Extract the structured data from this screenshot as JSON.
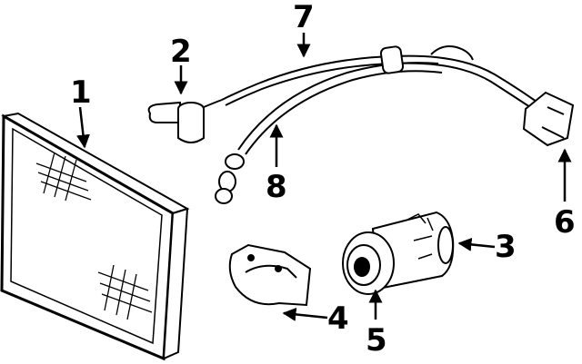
{
  "diagram": {
    "callouts": [
      "1",
      "2",
      "3",
      "4",
      "5",
      "6",
      "7",
      "8"
    ]
  },
  "parts": {
    "condenser": "condenser-icon",
    "pressure_switch": "switch-icon",
    "compressor": "compressor-icon",
    "bracket": "bracket-icon",
    "clutch": "clutch-icon",
    "connector": "connector-icon",
    "hose_assembly": "hose-icon",
    "suction_line": "line-icon"
  },
  "colors": {
    "line": "#000000",
    "background": "#ffffff"
  }
}
